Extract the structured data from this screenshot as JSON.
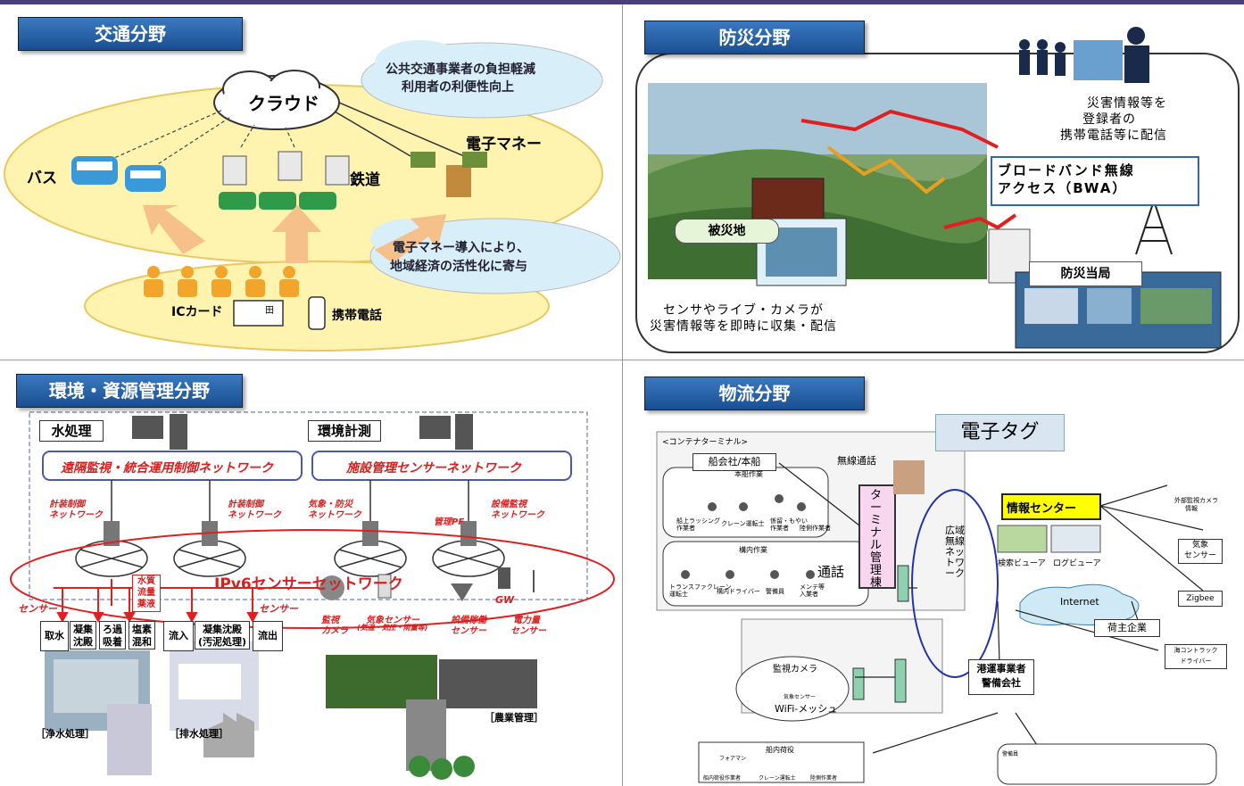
{
  "colors": {
    "title_bar": "#1a4f92",
    "accent_red": "#d61f1f",
    "ellipse_fill": "#fff3b0",
    "cloud_fill": "#d8eef8",
    "info_center": "#ffff00"
  },
  "traffic": {
    "title": "交通分野",
    "cloud": "クラウド",
    "bubble1": [
      "公共交通事業者の負担軽減",
      "利用者の利便性向上"
    ],
    "bubble2": [
      "電子マネー導入により、",
      "地域経済の活性化に寄与"
    ],
    "bus": "バス",
    "rail": "鉄道",
    "emoney": "電子マネー",
    "iccard": "ICカード",
    "card_mark": "田",
    "phone": "携帯電話"
  },
  "disaster": {
    "title": "防災分野",
    "info_text": [
      "災害情報等を",
      "登録者の",
      "携帯電話等に配信"
    ],
    "bwa": [
      "ブロードバンド無線",
      "アクセス（BWA）"
    ],
    "site": "被災地",
    "authority": "防災当局",
    "sensor_text": [
      "センサやライブ・カメラが",
      "災害情報等を即時に収集・配信"
    ]
  },
  "environment": {
    "title": "環境・資源管理分野",
    "water": "水処理",
    "envmeasure": "環境計測",
    "net_left": "遠隔監視・統合運用制御ネットワーク",
    "net_right": "施設管理センサーネットワーク",
    "ctrl1": [
      "計装制御",
      "ネットワーク"
    ],
    "ctrl2": [
      "計装制御",
      "ネットワーク"
    ],
    "weather": [
      "気象・防災",
      "ネットワーク"
    ],
    "equip": [
      "設備監視",
      "ネットワーク"
    ],
    "mgmt": "管理PF",
    "ipv6": "IPv6センサーセットワーク",
    "sensor_l": "センサー",
    "sensor_r": "センサー",
    "quality": [
      "水質",
      "流量",
      "薬液"
    ],
    "gw": "GW",
    "proc": [
      "取水",
      "凝集\n沈殿",
      "ろ過\n吸着",
      "塩素\n混和"
    ],
    "proc2": [
      "流入",
      "凝集沈殿\n(汚泥処理)",
      "流出"
    ],
    "cam": [
      "監視",
      "カメラ"
    ],
    "wsensor": [
      "気象センサー",
      "(気温・気圧・雨量等)"
    ],
    "eqsensor": [
      "設備稼働",
      "センサー"
    ],
    "power": [
      "電力量",
      "センサー"
    ],
    "purify": "［浄水処理］",
    "drain": "［排水処理］",
    "farm": "［農業管理］"
  },
  "logistics": {
    "title": "物流分野",
    "etag": "電子タグ",
    "terminal": "<コンテナターミナル>",
    "shipco": "船会社/本船",
    "radio": "無線通話",
    "onboard": "本船作業",
    "onboard_people": [
      "船上ラッシング\n作業者",
      "クレーン運転士",
      "係留・もやい\n作業者",
      "陸側作業者"
    ],
    "yard": "構内作業",
    "yard_people": [
      "トランスファクレーン\n運転士",
      "構内ドライバー",
      "警備員",
      "メンテ等\n入業者"
    ],
    "call": "通話",
    "term_mgmt": "ターミナル管理棟",
    "wan": "広域無線ネットワーク",
    "info_center": "情報センター",
    "search_viewer": "検索ビューア",
    "log_viewer": "ログビューア",
    "internet": "Internet",
    "shipper": "荷主企業",
    "ext_cam": [
      "外部監視カメラ",
      "情報"
    ],
    "weather": [
      "気象",
      "センサー"
    ],
    "zigbee": "Zigbee",
    "truck": [
      "海コントラック",
      "ドライバー"
    ],
    "surv_cam": "監視カメラ",
    "wsensor": "気象センサー",
    "wifi": "WiFi-メッシュ",
    "port": [
      "港運事業者",
      "警備会社"
    ],
    "cargo": "船内荷役",
    "cargo_people": [
      "フォアマン",
      "船内荷役作業者",
      "クレーン運転士",
      "陸側作業者"
    ],
    "guard": "警備員"
  }
}
